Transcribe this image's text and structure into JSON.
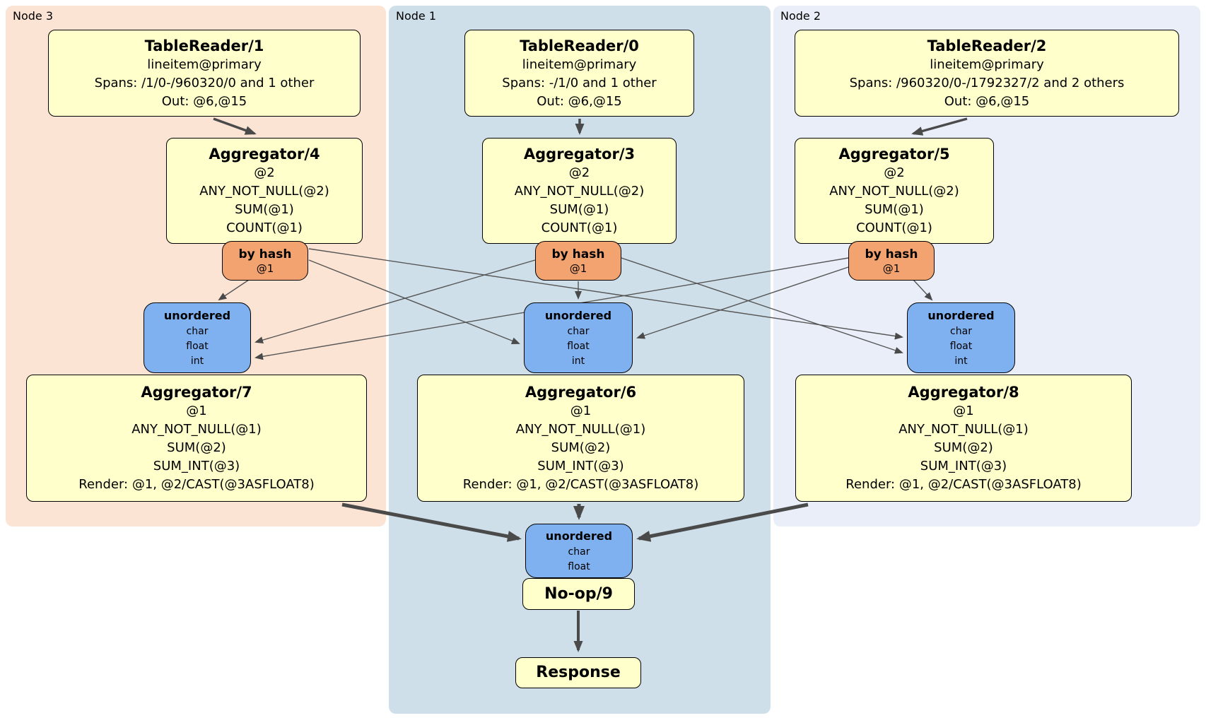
{
  "nodes": [
    {
      "label": "Node 3"
    },
    {
      "label": "Node 1"
    },
    {
      "label": "Node 2"
    }
  ],
  "processors": {
    "tablereader1": {
      "title": "TableReader/1",
      "lines": [
        "lineitem@primary",
        "Spans: /1/0-/960320/0 and 1 other",
        "Out: @6,@15"
      ]
    },
    "tablereader0": {
      "title": "TableReader/0",
      "lines": [
        "lineitem@primary",
        "Spans: -/1/0 and 1 other",
        "Out: @6,@15"
      ]
    },
    "tablereader2": {
      "title": "TableReader/2",
      "lines": [
        "lineitem@primary",
        "Spans: /960320/0-/1792327/2 and 2 others",
        "Out: @6,@15"
      ]
    },
    "aggregator4": {
      "title": "Aggregator/4",
      "lines": [
        "@2",
        "ANY_NOT_NULL(@2)",
        "SUM(@1)",
        "COUNT(@1)"
      ]
    },
    "aggregator3": {
      "title": "Aggregator/3",
      "lines": [
        "@2",
        "ANY_NOT_NULL(@2)",
        "SUM(@1)",
        "COUNT(@1)"
      ]
    },
    "aggregator5": {
      "title": "Aggregator/5",
      "lines": [
        "@2",
        "ANY_NOT_NULL(@2)",
        "SUM(@1)",
        "COUNT(@1)"
      ]
    },
    "aggregator7": {
      "title": "Aggregator/7",
      "lines": [
        "@1",
        "ANY_NOT_NULL(@1)",
        "SUM(@2)",
        "SUM_INT(@3)",
        "Render: @1, @2/CAST(@3ASFLOAT8)"
      ]
    },
    "aggregator6": {
      "title": "Aggregator/6",
      "lines": [
        "@1",
        "ANY_NOT_NULL(@1)",
        "SUM(@2)",
        "SUM_INT(@3)",
        "Render: @1, @2/CAST(@3ASFLOAT8)"
      ]
    },
    "aggregator8": {
      "title": "Aggregator/8",
      "lines": [
        "@1",
        "ANY_NOT_NULL(@1)",
        "SUM(@2)",
        "SUM_INT(@3)",
        "Render: @1, @2/CAST(@3ASFLOAT8)"
      ]
    },
    "noop": {
      "title": "No-op/9"
    },
    "response": {
      "title": "Response"
    }
  },
  "routers": [
    {
      "label": "by hash",
      "key": "@1"
    },
    {
      "label": "by hash",
      "key": "@1"
    },
    {
      "label": "by hash",
      "key": "@1"
    }
  ],
  "synchronizers": {
    "node3": {
      "label": "unordered",
      "columns": [
        "char",
        "float",
        "int"
      ]
    },
    "node1": {
      "label": "unordered",
      "columns": [
        "char",
        "float",
        "int"
      ]
    },
    "node2": {
      "label": "unordered",
      "columns": [
        "char",
        "float",
        "int"
      ]
    },
    "final": {
      "label": "unordered",
      "columns": [
        "char",
        "float"
      ]
    }
  },
  "colors": {
    "node3_bg": "#fce4d4",
    "node1_bg": "#cfdfe9",
    "node2_bg": "#e9eef8",
    "processor_bg": "#ffffcc",
    "router_bg": "#f3a36f",
    "sync_bg": "#7fb0f0",
    "edge": "#4a4a4a"
  }
}
